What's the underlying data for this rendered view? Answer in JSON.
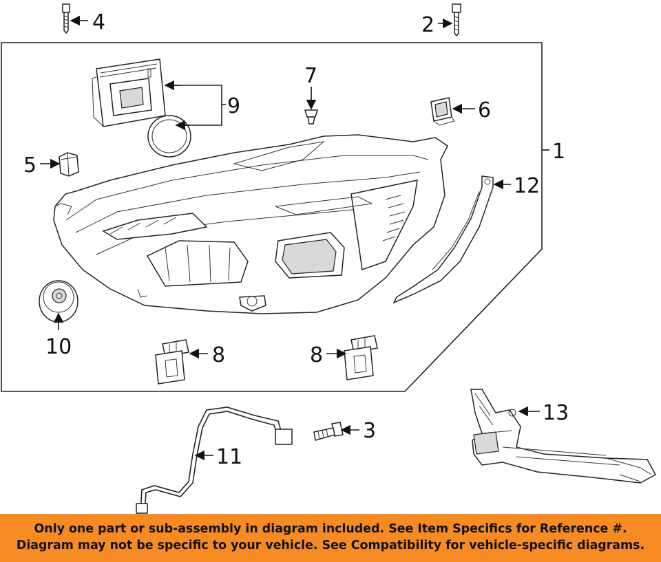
{
  "callouts": {
    "c1": "1",
    "c2": "2",
    "c3": "3",
    "c4": "4",
    "c5": "5",
    "c6": "6",
    "c7": "7",
    "c8a": "8",
    "c8b": "8",
    "c9": "9",
    "c10": "10",
    "c11": "11",
    "c12": "12",
    "c13": "13"
  },
  "banner": {
    "line1": "Only one part or sub-assembly in diagram included. See Item Specifics for Reference #.",
    "line2": "Diagram may not be specific to your vehicle. See Compatibility for vehicle-specific diagrams."
  },
  "colors": {
    "banner_bg": "#f58b22",
    "line": "#222222",
    "background": "#ffffff"
  }
}
